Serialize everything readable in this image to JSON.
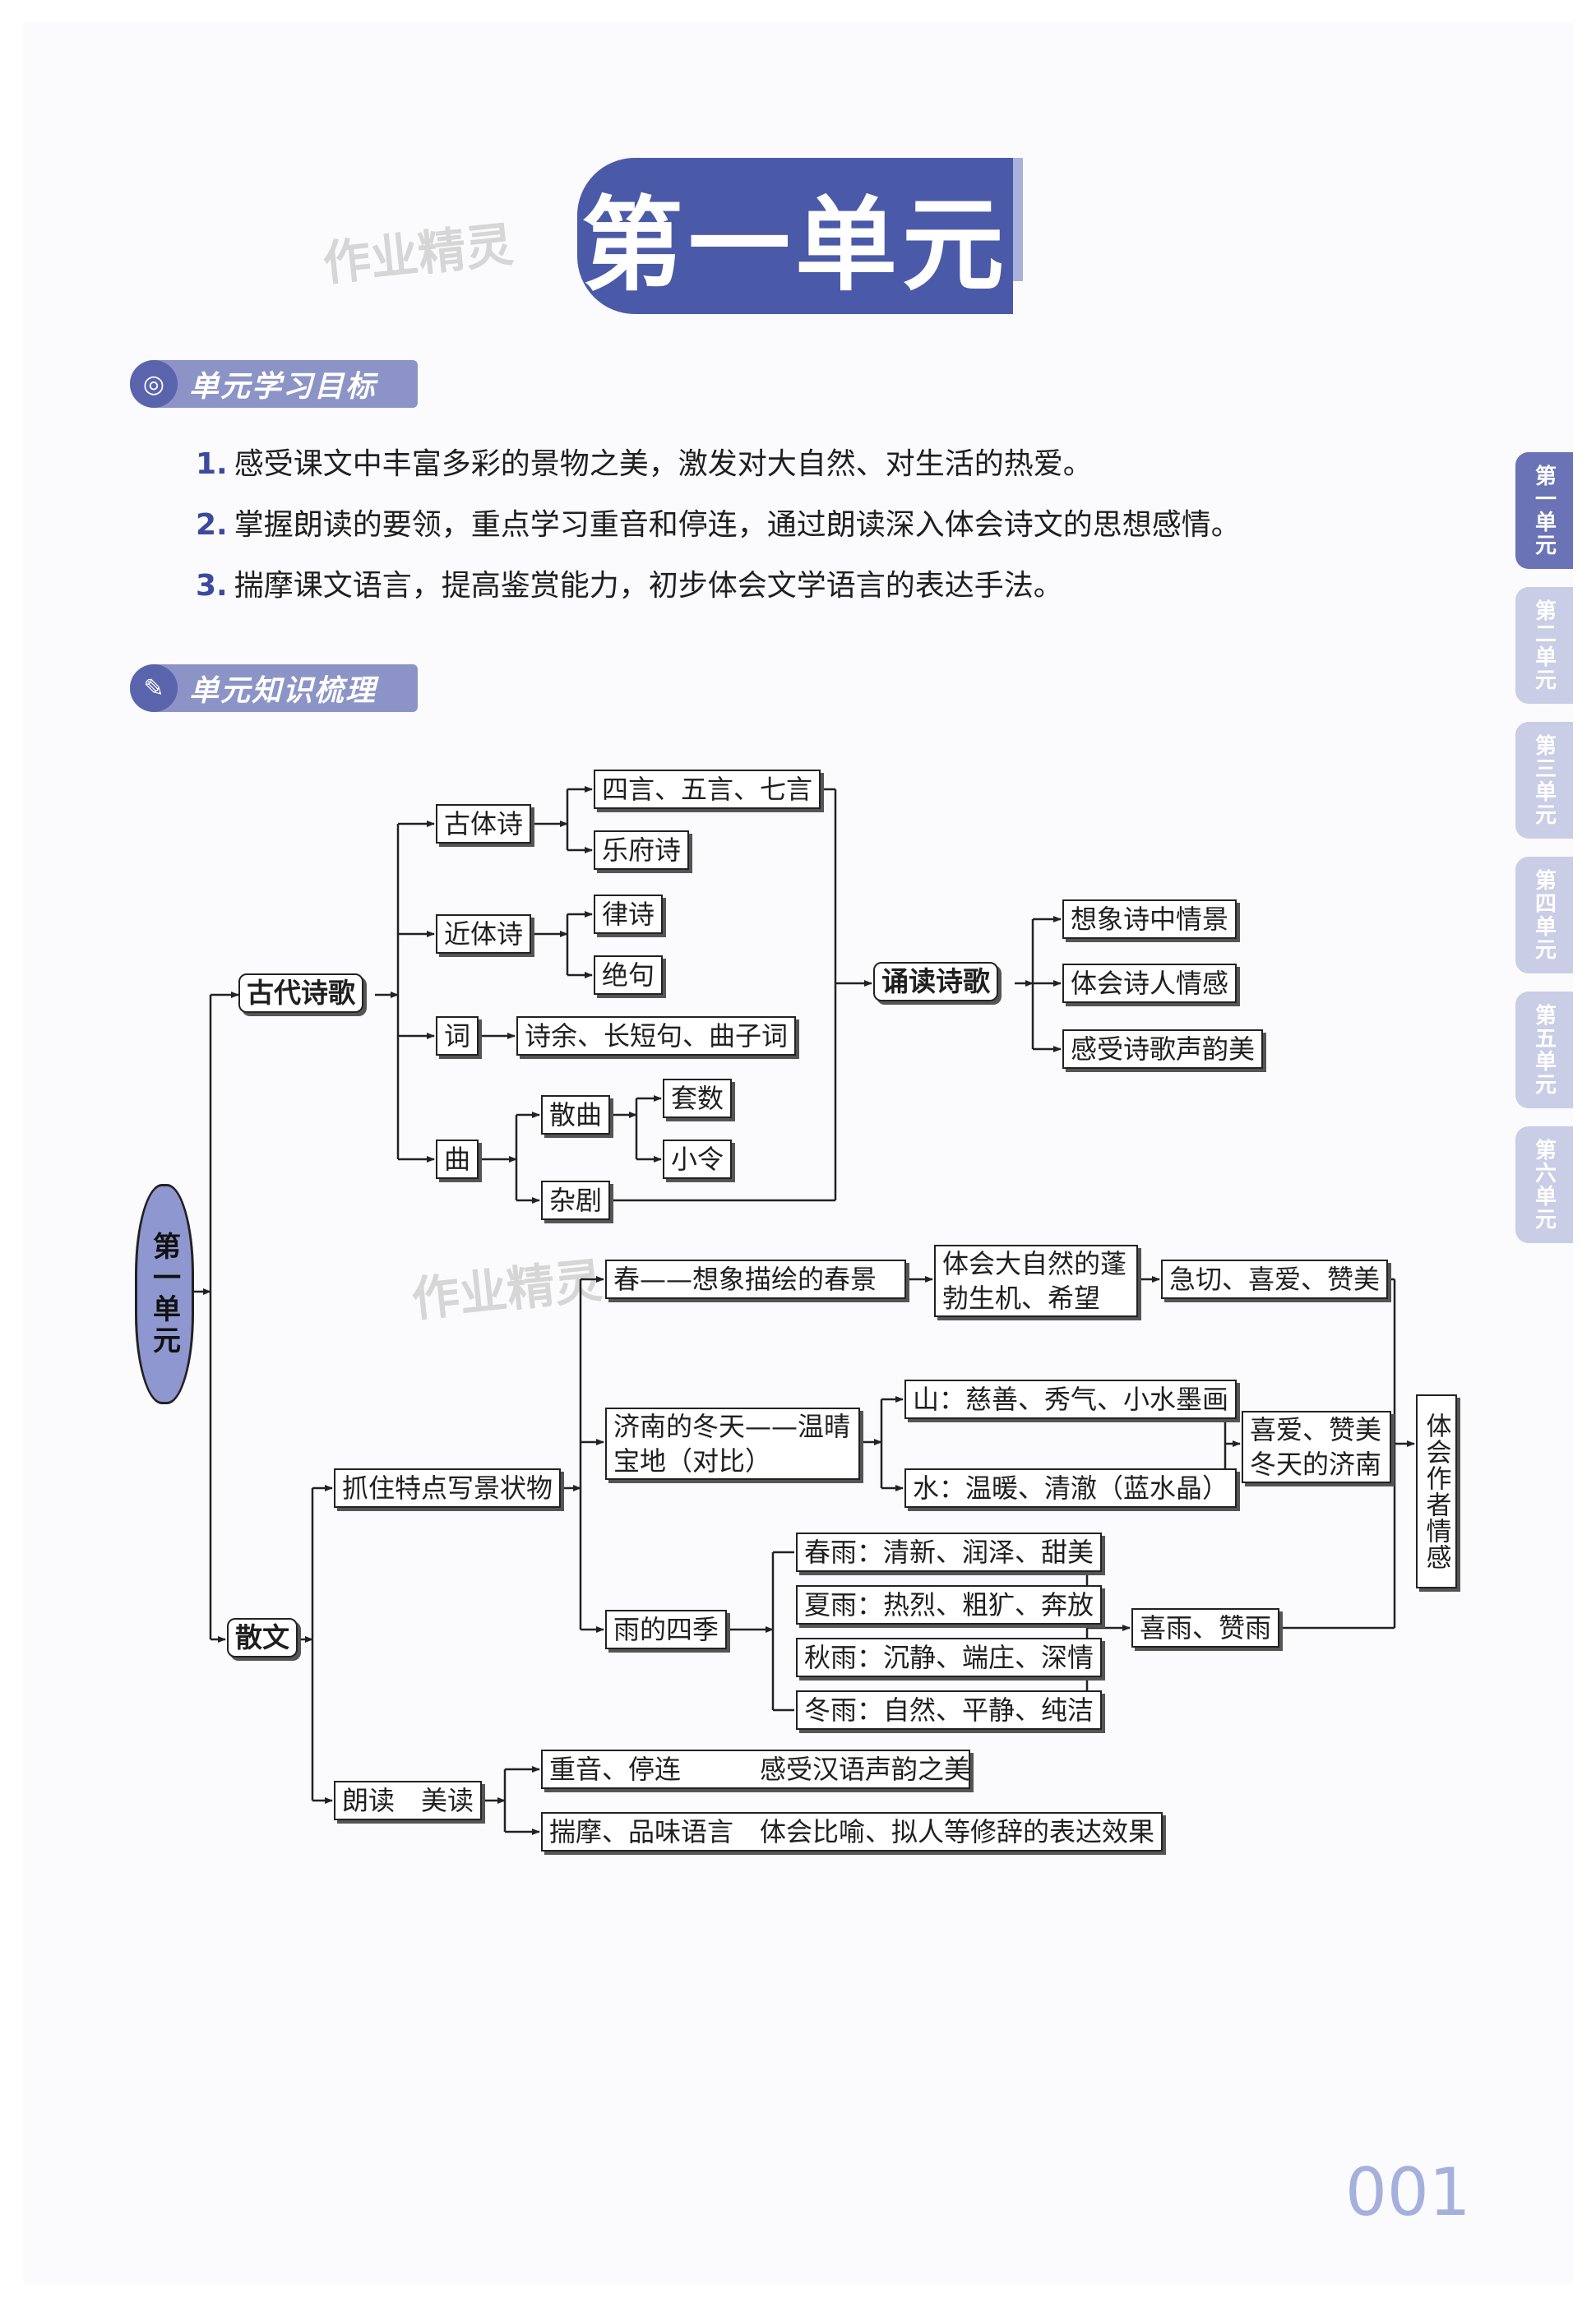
{
  "title": "第一单元",
  "watermark": "作业精灵",
  "sections": {
    "goals_title": "单元学习目标",
    "map_title": "单元知识梳理"
  },
  "goals": [
    {
      "num": "1.",
      "text": "感受课文中丰富多彩的景物之美，激发对大自然、对生活的热爱。"
    },
    {
      "num": "2.",
      "text": "掌握朗读的要领，重点学习重音和停连，通过朗读深入体会诗文的思想感情。"
    },
    {
      "num": "3.",
      "text": "揣摩课文语言，提高鉴赏能力，初步体会文学语言的表达手法。"
    }
  ],
  "side_tabs": [
    "第一单元",
    "第二单元",
    "第三单元",
    "第四单元",
    "第五单元",
    "第六单元"
  ],
  "mindmap": {
    "root": "第一单元",
    "poetry": {
      "label": "古代诗歌",
      "gutishi": "古体诗",
      "siyan": "四言、五言、七言",
      "yuefu": "乐府诗",
      "jintishi": "近体诗",
      "lvshi": "律诗",
      "jueju": "绝句",
      "ci": "词",
      "ci_forms": "诗余、长短句、曲子词",
      "qu": "曲",
      "sanqu": "散曲",
      "taoshu": "套数",
      "xiaoling": "小令",
      "zaju": "杂剧",
      "recite": "诵读诗歌",
      "r1": "想象诗中情景",
      "r2": "体会诗人情感",
      "r3": "感受诗歌声韵美"
    },
    "prose": {
      "label": "散文",
      "capture": "抓住特点写景状物",
      "chun": "春——想象描绘的春景",
      "chun_feel": "体会大自然的蓬勃生机、希望",
      "chun_tone": "急切、喜爱、赞美",
      "jinan": "济南的冬天——温晴宝地（对比）",
      "shan": "山：慈善、秀气、小水墨画",
      "shui": "水：温暖、清澈（蓝水晶）",
      "jinan_tone": "喜爱、赞美冬天的济南",
      "rain": "雨的四季",
      "spring_rain": "春雨：清新、润泽、甜美",
      "summer_rain": "夏雨：热烈、粗犷、奔放",
      "autumn_rain": "秋雨：沉静、端庄、深情",
      "winter_rain": "冬雨：自然、平静、纯洁",
      "rain_tone": "喜雨、赞雨",
      "author_feel": "体会作者情感",
      "read": "朗读　美读",
      "read1": "重音、停连　　　感受汉语声韵之美",
      "read2": "揣摩、品味语言　体会比喻、拟人等修辞的表达效果"
    }
  },
  "page_number": "001"
}
